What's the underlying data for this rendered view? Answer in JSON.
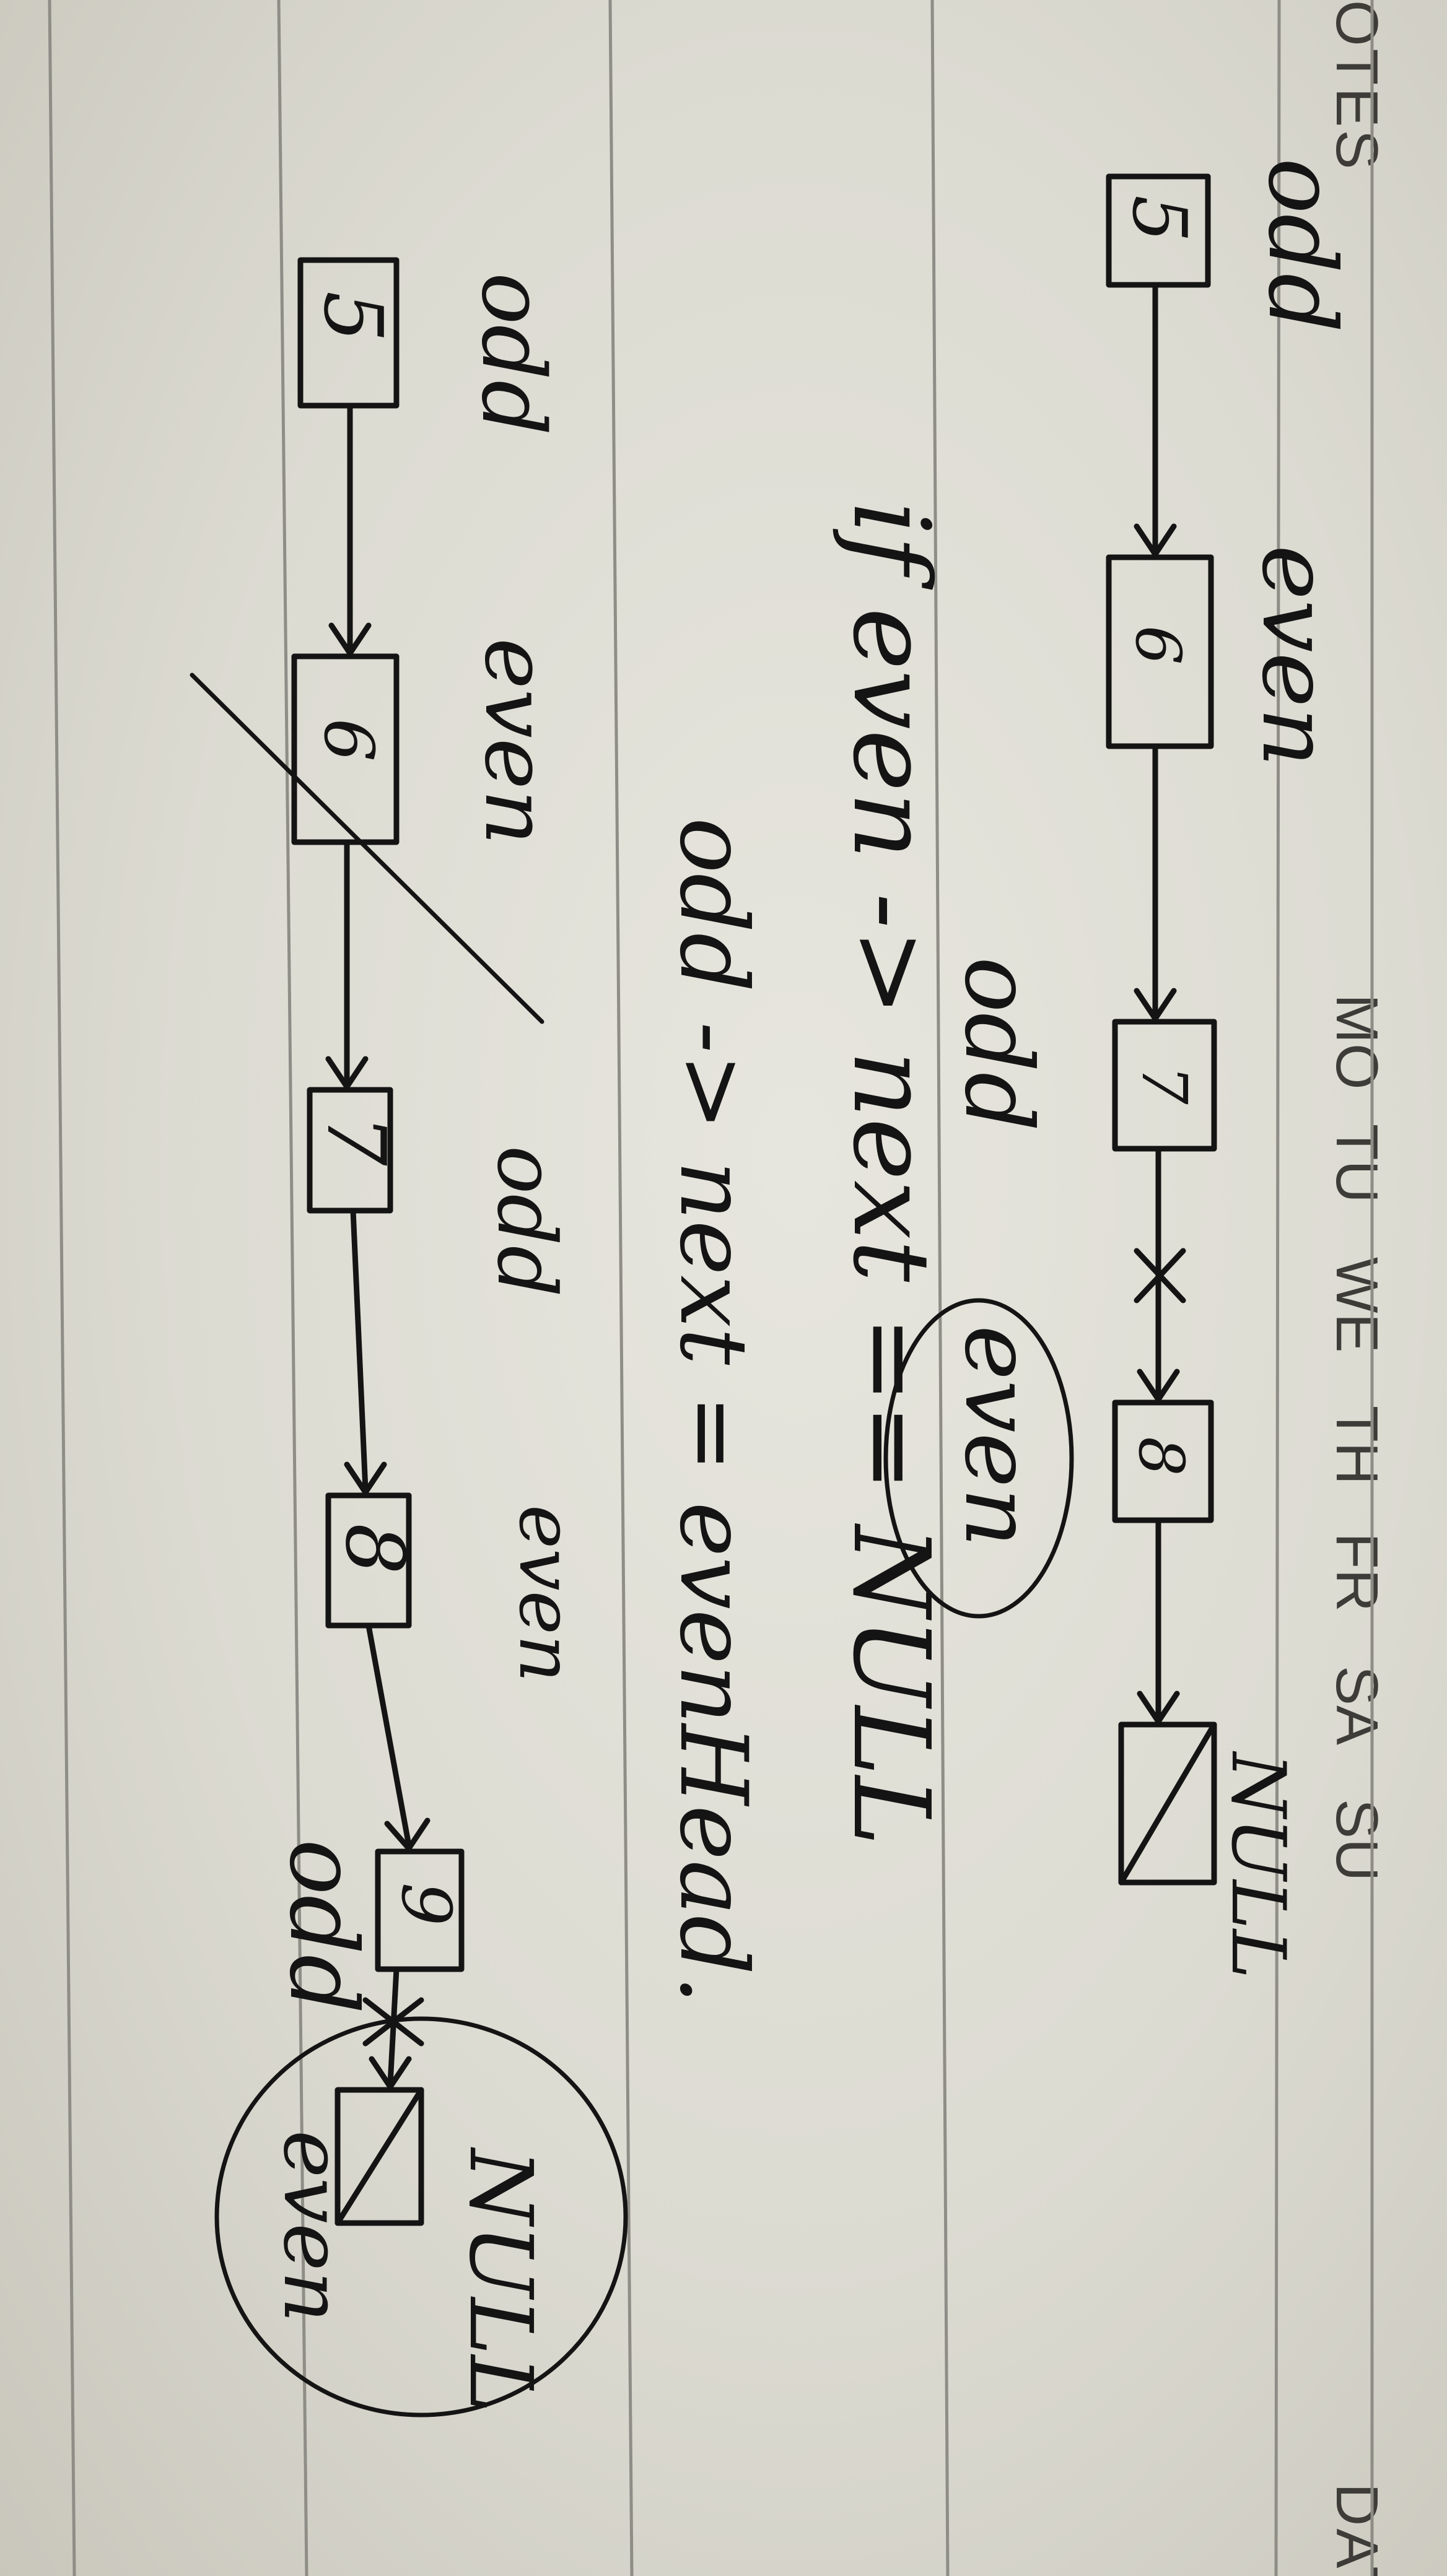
{
  "header": {
    "notes_label": "OTES",
    "date_label": "DAT",
    "days": [
      "MO",
      "TU",
      "WE",
      "TH",
      "FR",
      "SA",
      "SU"
    ]
  },
  "diagram_top": {
    "nodes": [
      "5",
      "6",
      "7",
      "8"
    ],
    "labels": {
      "head": "odd",
      "second": "even",
      "third": "odd",
      "circled": "even",
      "end": "NULL"
    }
  },
  "condition": {
    "line1": "if even -> next == NULL",
    "line2": "odd -> next = evenHead."
  },
  "diagram_bottom": {
    "nodes": [
      "5",
      "6",
      "7",
      "8",
      "9"
    ],
    "labels": {
      "head": "odd",
      "second": "even",
      "third": "odd",
      "fourth": "even",
      "fifth": "odd",
      "circled": "even",
      "end": "NULL"
    }
  }
}
